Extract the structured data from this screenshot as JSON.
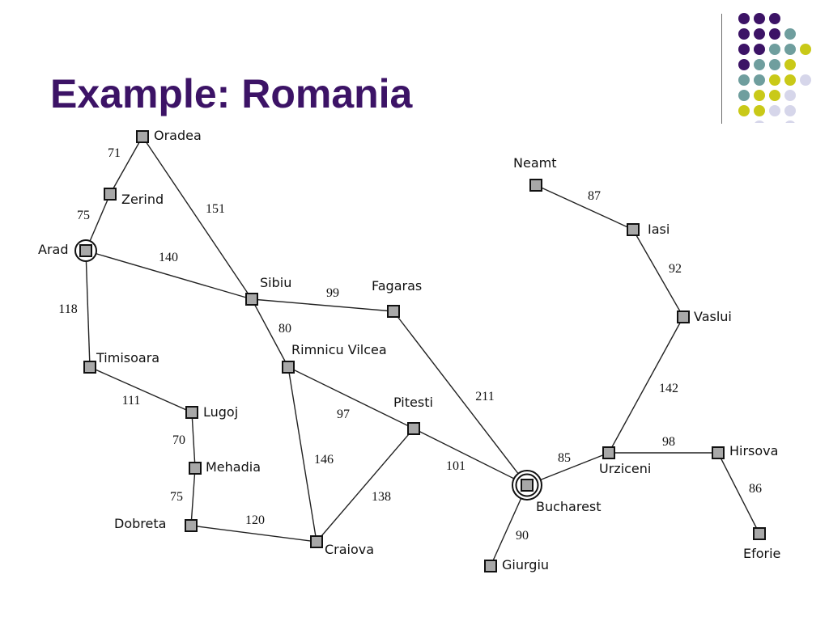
{
  "title": "Example: Romania",
  "colors": {
    "title": "#3c1366",
    "dot_purple": "#3c1366",
    "dot_teal": "#6f9e9e",
    "dot_yellow": "#c9c918",
    "dot_lavender": "#d6d6ea",
    "node_fill": "#a8a8a8"
  },
  "map": {
    "cities": [
      {
        "id": "oradea",
        "name": "Oradea"
      },
      {
        "id": "zerind",
        "name": "Zerind"
      },
      {
        "id": "arad",
        "name": "Arad",
        "marker": "start"
      },
      {
        "id": "sibiu",
        "name": "Sibiu"
      },
      {
        "id": "fagaras",
        "name": "Fagaras"
      },
      {
        "id": "timisoara",
        "name": "Timisoara"
      },
      {
        "id": "lugoj",
        "name": "Lugoj"
      },
      {
        "id": "mehadia",
        "name": "Mehadia"
      },
      {
        "id": "dobreta",
        "name": "Dobreta"
      },
      {
        "id": "rimnicu",
        "name": "Rimnicu Vilcea"
      },
      {
        "id": "pitesti",
        "name": "Pitesti"
      },
      {
        "id": "craiova",
        "name": "Craiova"
      },
      {
        "id": "bucharest",
        "name": "Bucharest",
        "marker": "goal"
      },
      {
        "id": "giurgiu",
        "name": "Giurgiu"
      },
      {
        "id": "urziceni",
        "name": "Urziceni"
      },
      {
        "id": "hirsova",
        "name": "Hirsova"
      },
      {
        "id": "eforie",
        "name": "Eforie"
      },
      {
        "id": "vaslui",
        "name": "Vaslui"
      },
      {
        "id": "iasi",
        "name": "Iasi"
      },
      {
        "id": "neamt",
        "name": "Neamt"
      }
    ],
    "roads": [
      {
        "from": "oradea",
        "to": "zerind",
        "distance": "71"
      },
      {
        "from": "zerind",
        "to": "arad",
        "distance": "75"
      },
      {
        "from": "oradea",
        "to": "sibiu",
        "distance": "151"
      },
      {
        "from": "arad",
        "to": "sibiu",
        "distance": "140"
      },
      {
        "from": "arad",
        "to": "timisoara",
        "distance": "118"
      },
      {
        "from": "timisoara",
        "to": "lugoj",
        "distance": "111"
      },
      {
        "from": "lugoj",
        "to": "mehadia",
        "distance": "70"
      },
      {
        "from": "mehadia",
        "to": "dobreta",
        "distance": "75"
      },
      {
        "from": "dobreta",
        "to": "craiova",
        "distance": "120"
      },
      {
        "from": "sibiu",
        "to": "fagaras",
        "distance": "99"
      },
      {
        "from": "sibiu",
        "to": "rimnicu",
        "distance": "80"
      },
      {
        "from": "rimnicu",
        "to": "pitesti",
        "distance": "97"
      },
      {
        "from": "rimnicu",
        "to": "craiova",
        "distance": "146"
      },
      {
        "from": "craiova",
        "to": "pitesti",
        "distance": "138"
      },
      {
        "from": "pitesti",
        "to": "bucharest",
        "distance": "101"
      },
      {
        "from": "fagaras",
        "to": "bucharest",
        "distance": "211"
      },
      {
        "from": "bucharest",
        "to": "giurgiu",
        "distance": "90"
      },
      {
        "from": "bucharest",
        "to": "urziceni",
        "distance": "85"
      },
      {
        "from": "urziceni",
        "to": "hirsova",
        "distance": "98"
      },
      {
        "from": "hirsova",
        "to": "eforie",
        "distance": "86"
      },
      {
        "from": "urziceni",
        "to": "vaslui",
        "distance": "142"
      },
      {
        "from": "vaslui",
        "to": "iasi",
        "distance": "92"
      },
      {
        "from": "iasi",
        "to": "neamt",
        "distance": "87"
      }
    ]
  }
}
